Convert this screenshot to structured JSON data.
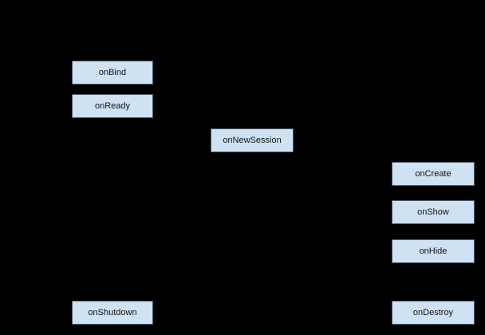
{
  "diagram": {
    "description": "Service lifecycle diagram: light blue callback boxes on a black background",
    "colors": {
      "background": "#000000",
      "node_fill": "#cfe2f3",
      "node_border": "#4d5c6a",
      "node_text": "#121212"
    },
    "nodes": [
      {
        "id": "onBind",
        "label": "onBind"
      },
      {
        "id": "onReady",
        "label": "onReady"
      },
      {
        "id": "onNewSession",
        "label": "onNewSession"
      },
      {
        "id": "onCreate",
        "label": "onCreate"
      },
      {
        "id": "onShow",
        "label": "onShow"
      },
      {
        "id": "onHide",
        "label": "onHide"
      },
      {
        "id": "onShutdown",
        "label": "onShutdown"
      },
      {
        "id": "onDestroy",
        "label": "onDestroy"
      }
    ]
  }
}
